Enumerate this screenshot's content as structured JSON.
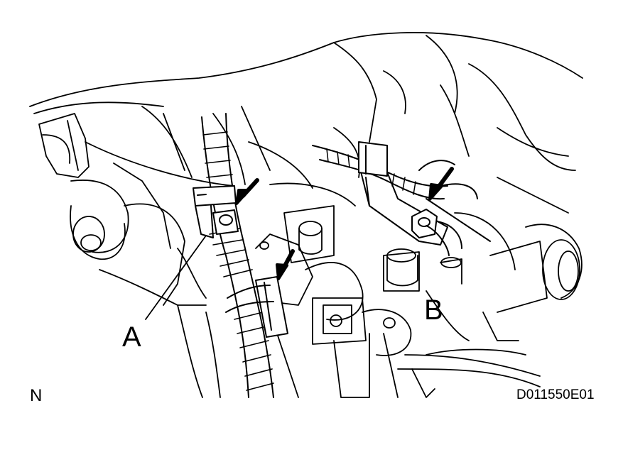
{
  "labels": {
    "callout_a": "A",
    "callout_b": "B",
    "view_mark": "N",
    "figure_code": "D011550E01"
  },
  "colors": {
    "ink": "#000000",
    "paper": "#ffffff"
  }
}
